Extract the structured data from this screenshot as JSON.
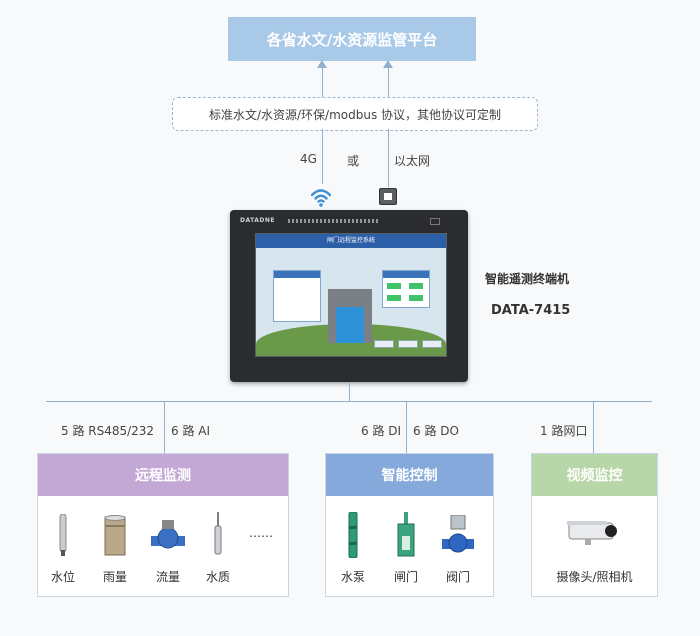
{
  "platform": {
    "title": "各省水文/水资源监管平台"
  },
  "protocol": {
    "text": "标准水文/水资源/环保/modbus 协议，其他协议可定制"
  },
  "network": {
    "label_4g": "4G",
    "label_or": "或",
    "label_ethernet": "以太网"
  },
  "device": {
    "name": "智能遥测终端机",
    "model": "DATA-7415",
    "brand": "DATADNE",
    "screen_title": "闸门远程监控系统"
  },
  "interfaces": {
    "remote": "5 路 RS485/232",
    "ai": "6 路 AI",
    "di": "6 路 DI",
    "do": "6 路 DO",
    "net": "1 路网口"
  },
  "groups": {
    "remote": {
      "title": "远程监测",
      "color": "#c3a8d6",
      "items": [
        {
          "label": "水位",
          "icon": "water-level-sensor-icon"
        },
        {
          "label": "雨量",
          "icon": "rain-gauge-icon"
        },
        {
          "label": "流量",
          "icon": "flow-meter-icon"
        },
        {
          "label": "水质",
          "icon": "water-quality-probe-icon"
        }
      ],
      "more": "……"
    },
    "control": {
      "title": "智能控制",
      "color": "#86a9db",
      "items": [
        {
          "label": "水泵",
          "icon": "water-pump-icon"
        },
        {
          "label": "闸门",
          "icon": "sluice-gate-icon"
        },
        {
          "label": "阀门",
          "icon": "valve-icon"
        }
      ]
    },
    "video": {
      "title": "视频监控",
      "color": "#b8d7a8",
      "items": [
        {
          "label": "摄像头/照相机",
          "icon": "camera-icon"
        }
      ]
    }
  }
}
